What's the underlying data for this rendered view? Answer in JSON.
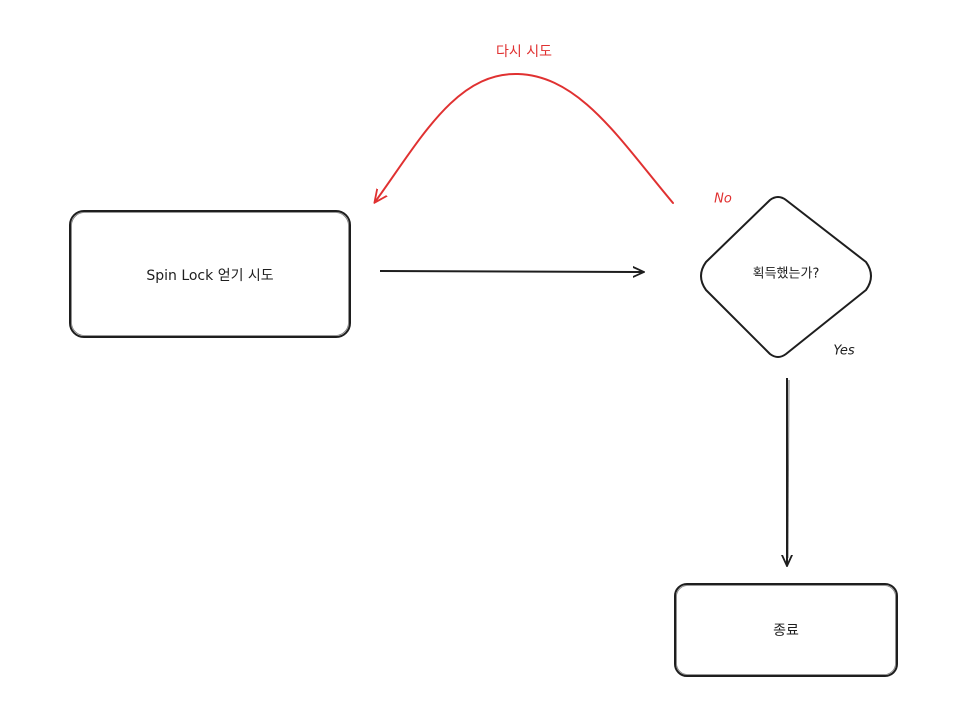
{
  "diagram": {
    "nodes": {
      "start": {
        "label": "Spin Lock 얻기 시도"
      },
      "decision": {
        "label": "획득했는가?"
      },
      "end": {
        "label": "종료"
      }
    },
    "edges": {
      "to_decision": {
        "label": ""
      },
      "retry": {
        "label": "다시 시도"
      },
      "no": {
        "label": "No"
      },
      "yes": {
        "label": "Yes"
      }
    }
  },
  "colors": {
    "stroke": "#1e1e1e",
    "retry": "#e03131",
    "background": "#ffffff"
  }
}
